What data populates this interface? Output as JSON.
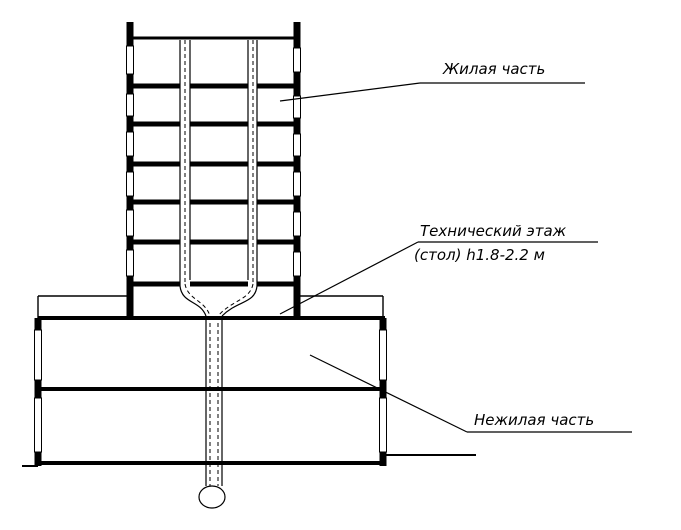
{
  "labels": {
    "residential": "Жилая часть",
    "technical_floor_line1": "Технический этаж",
    "technical_floor_line2": "(стол) h1.8-2.2 м",
    "non_residential": "Нежилая часть"
  },
  "colors": {
    "line": "#000000",
    "background": "#ffffff"
  }
}
